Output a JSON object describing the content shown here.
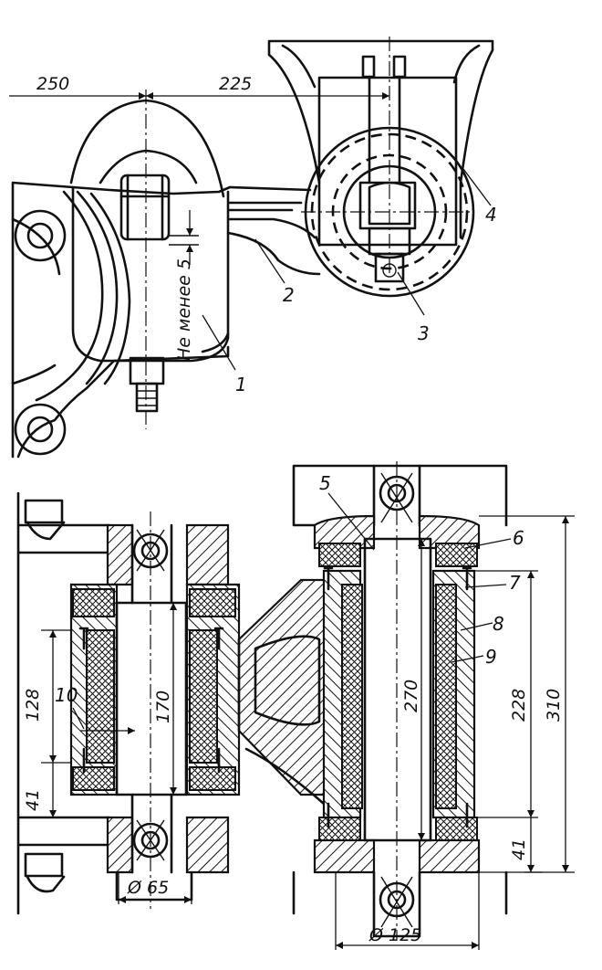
{
  "top_view": {
    "dims": {
      "left": "250",
      "right": "225"
    },
    "note": "Не менее 5",
    "labels": [
      "1",
      "2",
      "3",
      "4"
    ]
  },
  "section_view": {
    "dims": {
      "h128": "128",
      "h41_left": "41",
      "len170": "170",
      "dia65": "Ø 65",
      "len270": "270",
      "h228": "228",
      "h310": "310",
      "h41_right": "41",
      "dia125": "Ø 125"
    },
    "labels": [
      "5",
      "6",
      "7",
      "8",
      "9",
      "10"
    ]
  }
}
